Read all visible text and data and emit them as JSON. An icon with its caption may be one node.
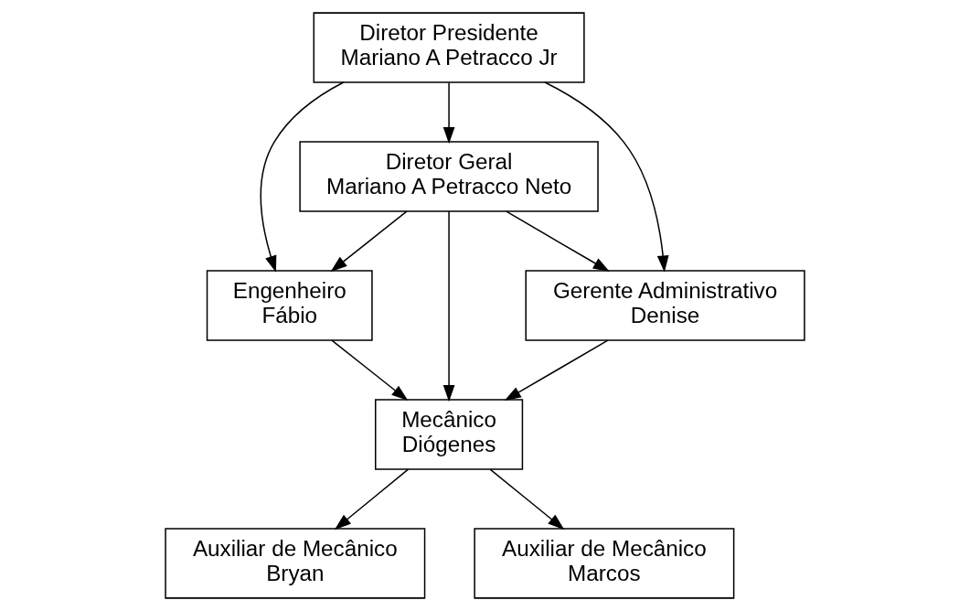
{
  "diagram": {
    "nodes": [
      {
        "text": [
          "Diretor Presidente",
          "Mariano A Petracco Jr"
        ]
      },
      {
        "text": [
          "Diretor Geral",
          "Mariano A Petracco Neto"
        ]
      },
      {
        "text": [
          "Engenheiro",
          "Fábio"
        ]
      },
      {
        "text": [
          "Gerente Administrativo",
          "Denise"
        ]
      },
      {
        "text": [
          "Mecânico",
          "Diógenes"
        ]
      },
      {
        "text": [
          "Auxiliar de Mecânico",
          "Bryan"
        ]
      },
      {
        "text": [
          "Auxiliar de Mecânico",
          "Marcos"
        ]
      }
    ],
    "edges": [
      {
        "from": 0,
        "to": 1,
        "arrow": "to"
      },
      {
        "from": 0,
        "to": 2,
        "arrow": "to"
      },
      {
        "from": 0,
        "to": 3,
        "arrow": "to"
      },
      {
        "from": 1,
        "to": 2,
        "arrow": "to"
      },
      {
        "from": 1,
        "to": 3,
        "arrow": "to"
      },
      {
        "from": 1,
        "to": 4,
        "arrow": "to"
      },
      {
        "from": 2,
        "to": 4,
        "arrow": "to"
      },
      {
        "from": 3,
        "to": 4,
        "arrow": "to"
      },
      {
        "from": 4,
        "to": 5,
        "arrow": "to"
      },
      {
        "from": 4,
        "to": 6,
        "arrow": "to"
      }
    ]
  }
}
